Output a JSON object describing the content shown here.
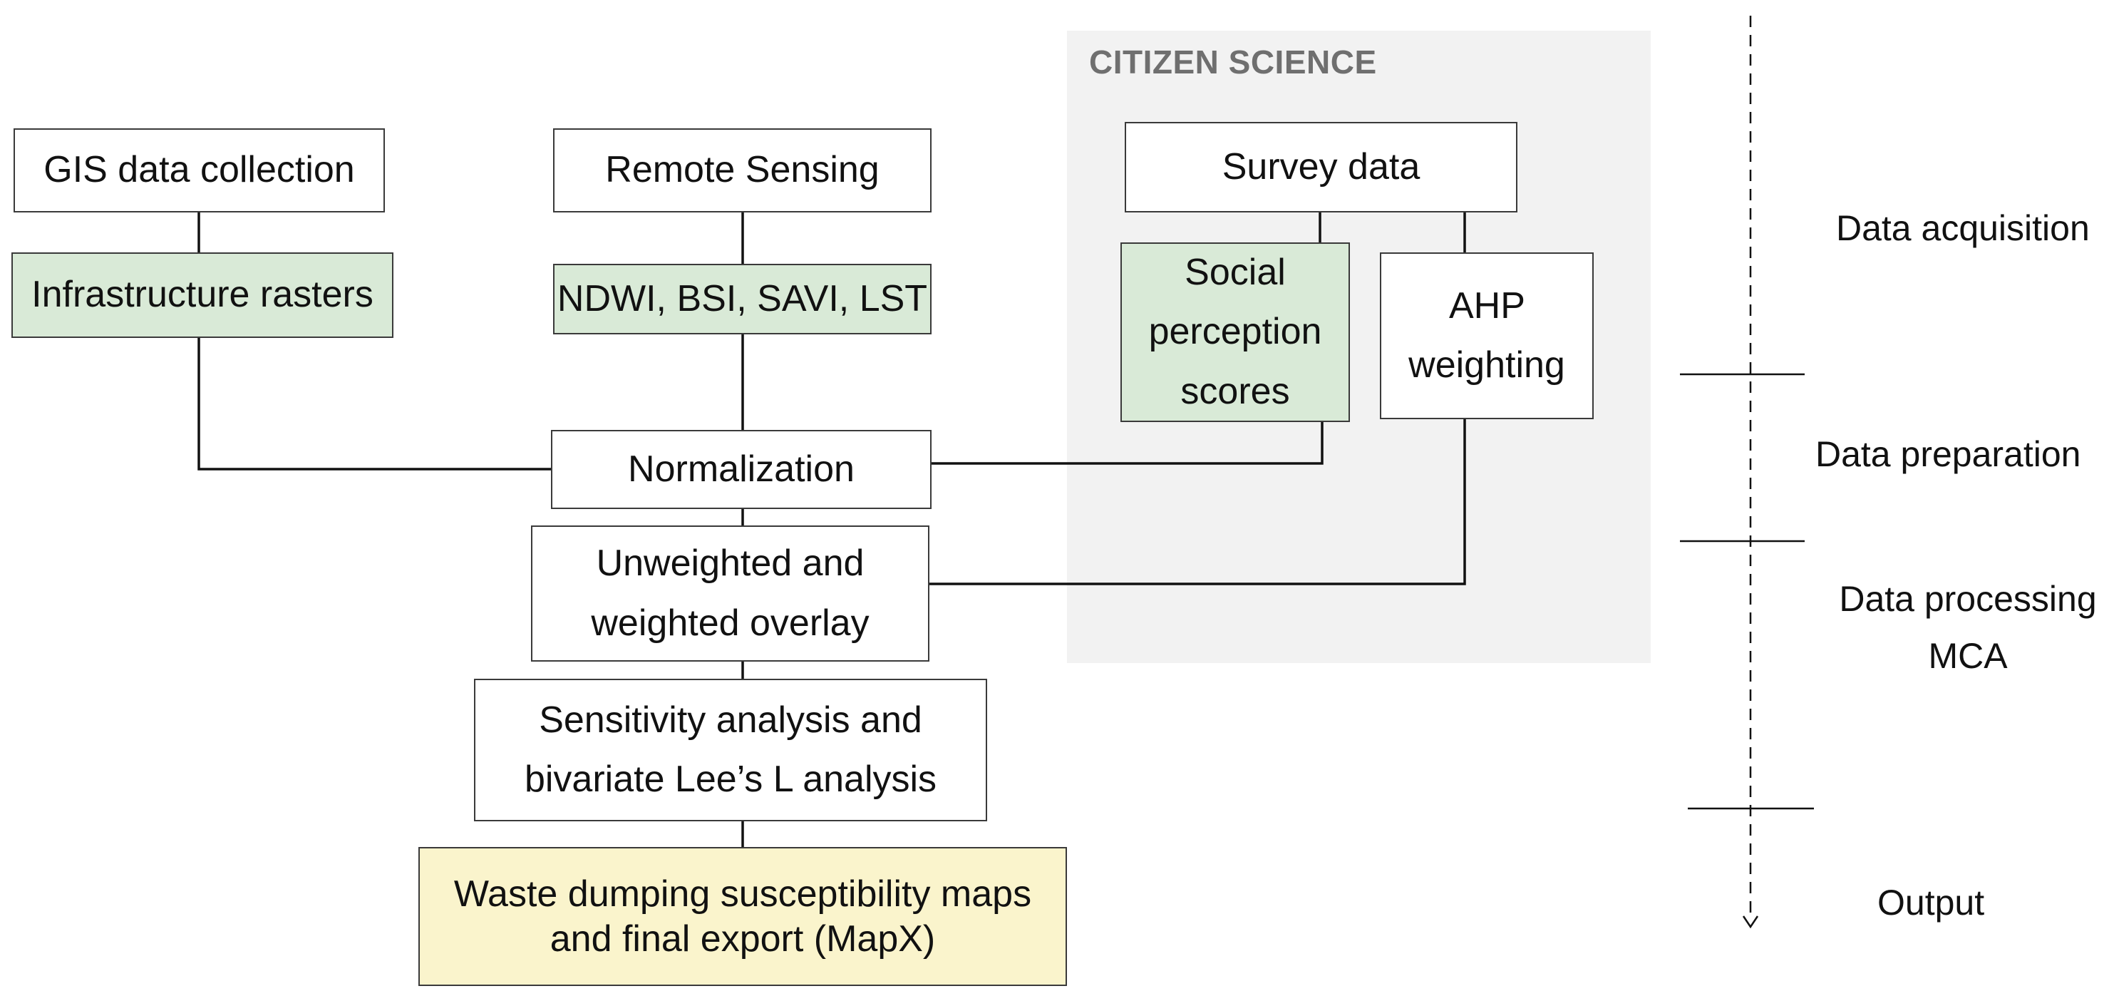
{
  "citizen_science": {
    "title": "CITIZEN SCIENCE"
  },
  "boxes": {
    "gis": "GIS data collection",
    "infrastructure": "Infrastructure rasters",
    "remote_sensing": "Remote Sensing",
    "indices": "NDWI, BSI, SAVI, LST",
    "survey": "Survey data",
    "social": [
      "Social",
      "perception",
      "scores"
    ],
    "ahp": [
      "AHP",
      "weighting"
    ],
    "normalization": "Normalization",
    "overlay": [
      "Unweighted and",
      "weighted overlay"
    ],
    "sensitivity": [
      "Sensitivity analysis and",
      "bivariate Lee’s L analysis"
    ],
    "output": [
      "Waste dumping susceptibility maps",
      "and final export (MapX)"
    ]
  },
  "stages": {
    "acquisition": "Data acquisition",
    "preparation": "Data preparation",
    "processing": [
      "Data processing",
      "MCA"
    ],
    "output": "Output"
  },
  "colors": {
    "green_box": "#d9ead7",
    "yellow_box": "#faf4cc",
    "panel": "#f2f2f2",
    "panel_title": "#6f6f6f"
  }
}
